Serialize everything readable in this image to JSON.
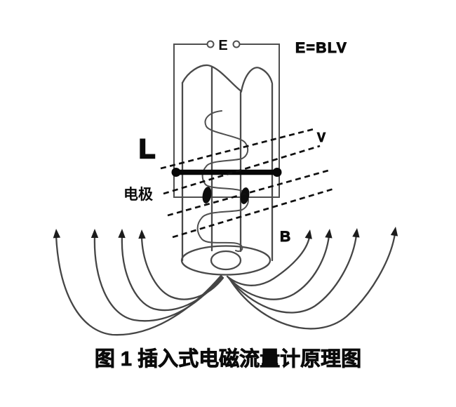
{
  "figure": {
    "terminal_label": "E",
    "formula": "E=BLV",
    "length_label": "L",
    "electrode_label": "电极",
    "velocity_label": "V",
    "magnetic_field_label": "B",
    "caption": "图 1  插入式电磁流量计原理图"
  },
  "colors": {
    "background": "#ffffff",
    "line_ink": "#4a4a4a",
    "label_ink": "#0b0b0b"
  }
}
